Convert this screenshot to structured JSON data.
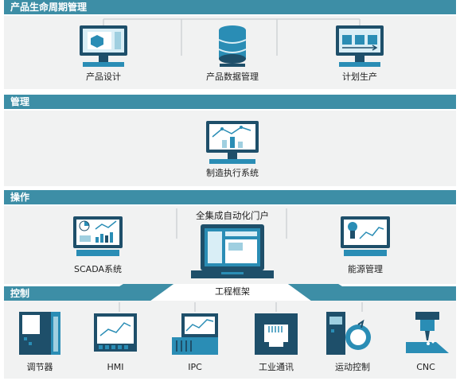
{
  "sections": {
    "lifecycle": "产品生命周期管理",
    "management": "管理",
    "operation": "操作",
    "control": "控制"
  },
  "lifecycle_items": [
    "产品设计",
    "产品数据管理",
    "计划生产"
  ],
  "management_items": [
    "制造执行系统"
  ],
  "operation_items": [
    "SCADA系统",
    "全集成自动化门户",
    "能源管理"
  ],
  "center_item": "工程框架",
  "control_items": [
    "调节器",
    "HMI",
    "IPC",
    "工业通讯",
    "运动控制",
    "CNC"
  ],
  "colors": {
    "band": "#3d8ea6",
    "panel": "#f1f2f2",
    "dark": "#1e4f6a",
    "accent": "#2a8db5"
  }
}
